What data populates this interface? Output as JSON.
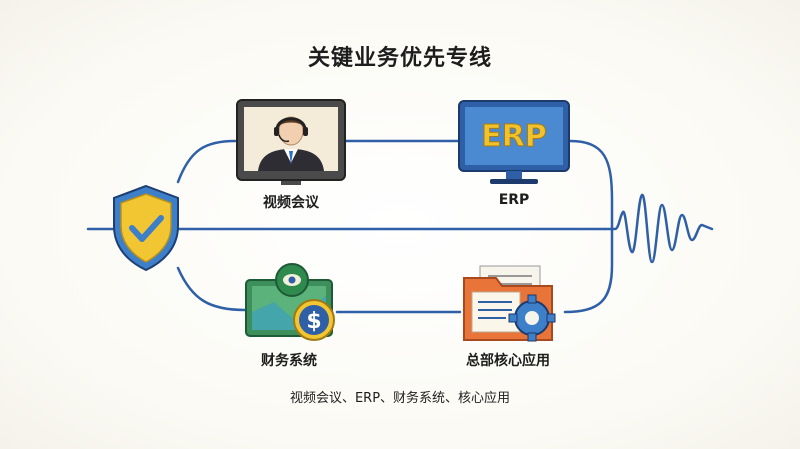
{
  "title": "关键业务优先专线",
  "nodes": {
    "video": {
      "label": "视频会议",
      "icon": "video-conference-icon"
    },
    "erp": {
      "label": "ERP",
      "screen_text": "ERP",
      "icon": "erp-monitor-icon"
    },
    "finance": {
      "label": "财务系统",
      "icon": "finance-system-icon"
    },
    "core": {
      "label": "总部核心应用",
      "icon": "core-application-icon"
    }
  },
  "shield": {
    "icon": "shield-check-icon"
  },
  "signal": {
    "icon": "signal-wave-icon"
  },
  "caption": "视频会议、ERP、财务系统、核心应用",
  "colors": {
    "line": "#2f5fa7",
    "shield": "#f2c632",
    "erp_text": "#e8b52a",
    "monitor_screen": "#3d7fc9",
    "folder": "#e9743a"
  }
}
